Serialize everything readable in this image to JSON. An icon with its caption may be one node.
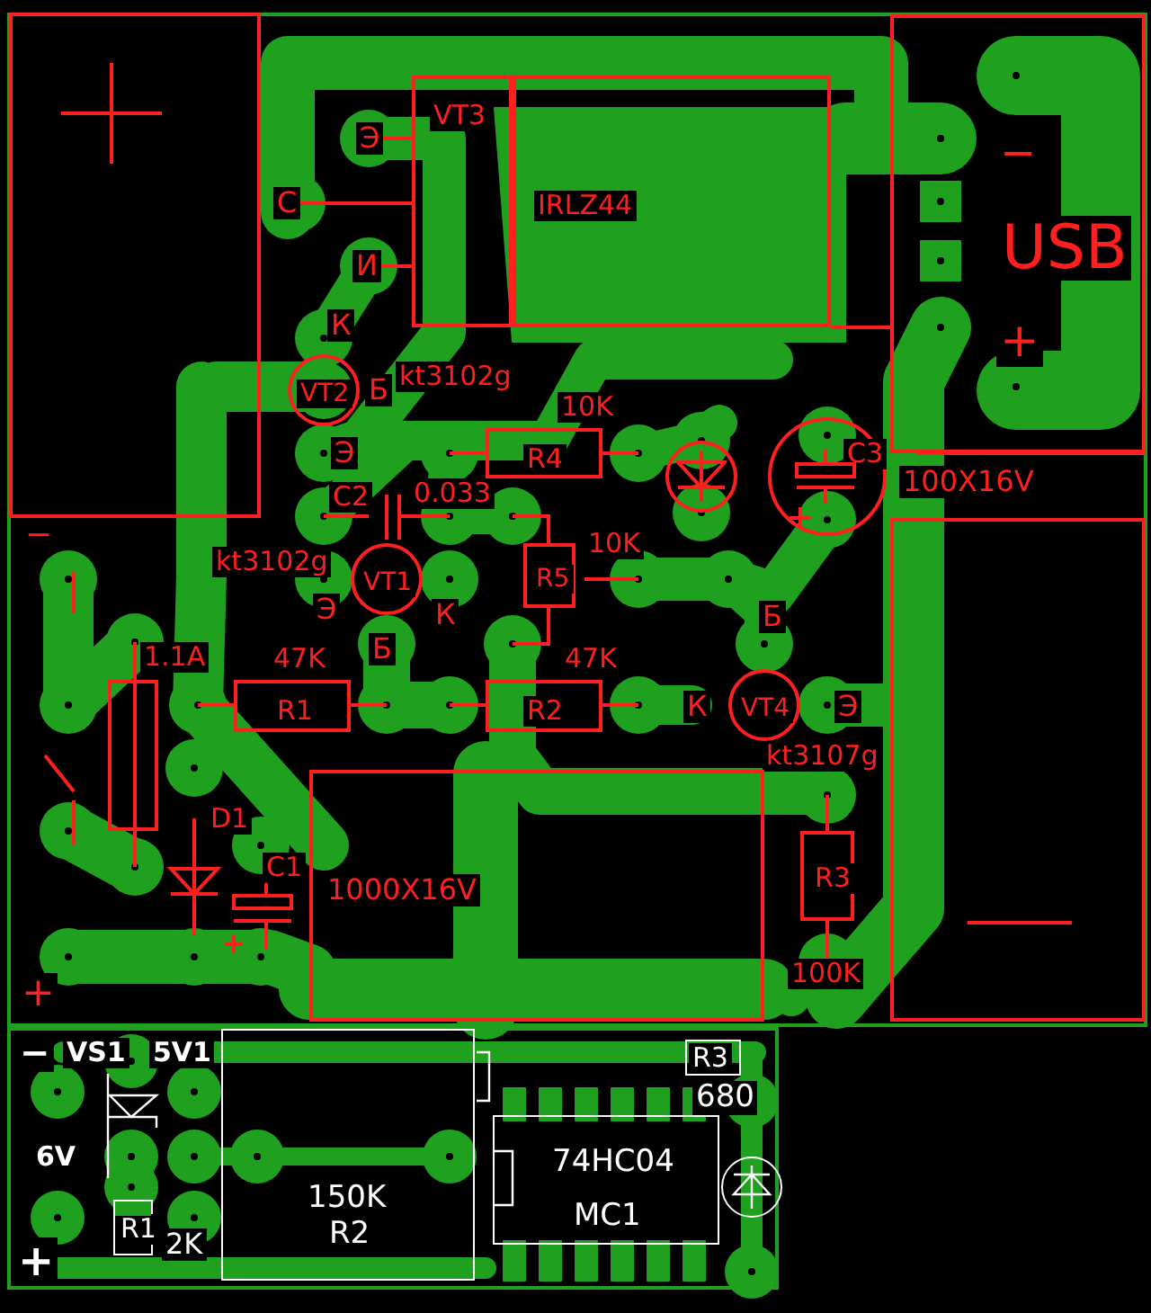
{
  "diagram": {
    "nodes": [
      {
        "text": [],
        "shape": "box"
      },
      {
        "text": [
          "VT3"
        ]
      },
      {
        "text": [
          "IRLZ44"
        ]
      },
      {
        "text": [
          "−",
          "USB",
          "+"
        ]
      },
      {
        "text": [
          "VT2"
        ],
        "beside": [
          "kt3102g"
        ]
      },
      {
        "text": [
          "R4"
        ],
        "beside": [
          "10K"
        ]
      },
      {
        "text": [],
        "shape": "circle"
      },
      {
        "text": [
          "C3"
        ],
        "beside": [
          "100X16V"
        ]
      },
      {
        "text": [
          "VT1"
        ],
        "beside": [
          "kt3102g"
        ]
      },
      {
        "text": [
          "R5"
        ],
        "beside": [
          "10K"
        ]
      },
      {
        "text": [
          "R1"
        ],
        "beside": [
          "47K"
        ]
      },
      {
        "text": [
          "R2"
        ],
        "beside": [
          "47K"
        ]
      },
      {
        "text": [
          "VT4"
        ],
        "beside": [
          "kt3107g"
        ]
      },
      {
        "text": [],
        "shape": "box",
        "beside": [
          "1.1A"
        ]
      },
      {
        "text": [
          "1000X16V"
        ]
      },
      {
        "text": [
          "R3"
        ],
        "beside": [
          "100K"
        ]
      },
      {
        "text": [],
        "shape": "box"
      },
      {
        "text": [
          "R1"
        ],
        "beside": [
          "2K"
        ]
      },
      {
        "text": [
          "150K",
          "R2"
        ]
      },
      {
        "text": [
          "74HC04",
          "MC1"
        ]
      },
      {
        "text": [
          "R3"
        ],
        "beside": [
          "680"
        ]
      },
      {
        "text": [],
        "shape": "circle"
      }
    ],
    "labels": [
      "Э",
      "С",
      "И",
      "К",
      "Б",
      "Э",
      "C2",
      "0.033",
      "Э",
      "К",
      "Б",
      "Б",
      "К",
      "Э",
      "−",
      "D1",
      "C1",
      "+",
      "−",
      "VS1",
      "5V1",
      "6V",
      "+"
    ]
  }
}
